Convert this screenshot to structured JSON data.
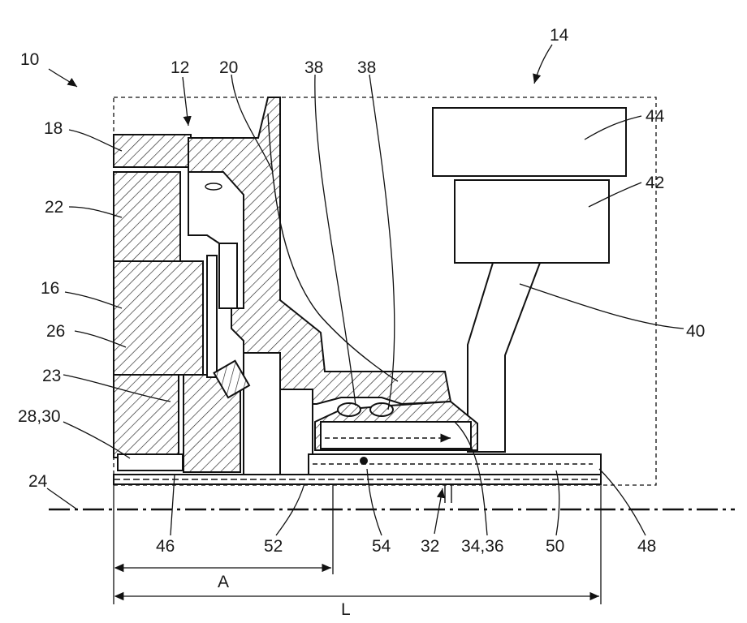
{
  "figure": {
    "ref_labels": {
      "r10": "10",
      "r12": "12",
      "r14": "14",
      "r16": "16",
      "r18": "18",
      "r20": "20",
      "r22": "22",
      "r23": "23",
      "r24": "24",
      "r26": "26",
      "r28_30": "28,30",
      "r32": "32",
      "r34_36": "34,36",
      "r38a": "38",
      "r38b": "38",
      "r40": "40",
      "r42": "42",
      "r44": "44",
      "r46": "46",
      "r48": "48",
      "r50": "50",
      "r52": "52",
      "r54": "54"
    },
    "dimensions": {
      "A": "A",
      "L": "L"
    }
  }
}
